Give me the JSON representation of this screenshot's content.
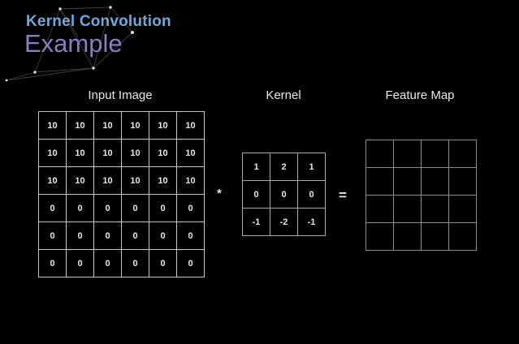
{
  "slide": {
    "heading": "Kernel Convolution",
    "subheading": "Example"
  },
  "sections": {
    "input_image": {
      "label": "Input Image",
      "rows": 6,
      "cols": 6,
      "values": [
        [
          10,
          10,
          10,
          10,
          10,
          10
        ],
        [
          10,
          10,
          10,
          10,
          10,
          10
        ],
        [
          10,
          10,
          10,
          10,
          10,
          10
        ],
        [
          0,
          0,
          0,
          0,
          0,
          0
        ],
        [
          0,
          0,
          0,
          0,
          0,
          0
        ],
        [
          0,
          0,
          0,
          0,
          0,
          0
        ]
      ]
    },
    "kernel": {
      "label": "Kernel",
      "rows": 3,
      "cols": 3,
      "values": [
        [
          1,
          2,
          1
        ],
        [
          0,
          0,
          0
        ],
        [
          -1,
          -2,
          -1
        ]
      ]
    },
    "feature_map": {
      "label": "Feature Map",
      "rows": 4,
      "cols": 4,
      "values": [
        [
          "",
          "",
          "",
          ""
        ],
        [
          "",
          "",
          "",
          ""
        ],
        [
          "",
          "",
          "",
          ""
        ],
        [
          "",
          "",
          "",
          ""
        ]
      ]
    }
  },
  "operators": {
    "convolution": "*",
    "equals": "="
  },
  "colors": {
    "heading": "#6fa8dc",
    "subheading": "#8e7cc3",
    "background": "#000000",
    "label_text": "#e8e8e8",
    "cell_text": "#e8e8e8"
  }
}
